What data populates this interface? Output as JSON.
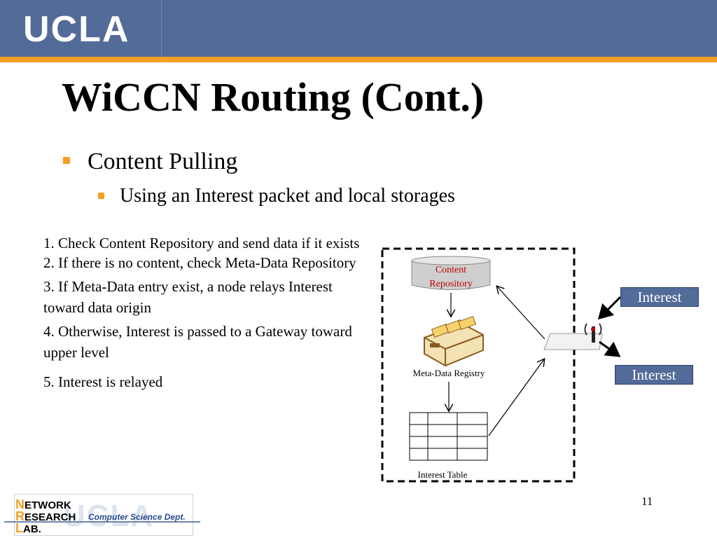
{
  "header": {
    "logo_text": "UCLA"
  },
  "slide": {
    "title": "WiCCN Routing (Cont.)",
    "bullet_level1": "Content Pulling",
    "bullet_level2": "Using an Interest packet and local storages",
    "steps": [
      "1. Check Content Repository and send data if it exists",
      "2. If there is no content, check Meta-Data Repository",
      "3. If Meta-Data entry exist, a node relays Interest toward data origin",
      "4. Otherwise, Interest is passed to a Gateway toward upper level",
      "5. Interest is relayed"
    ],
    "page_number": "11"
  },
  "diagram": {
    "content_repository_line1": "Content",
    "content_repository_line2": "Repository",
    "meta_data_registry": "Meta-Data Registry",
    "interest_table": "Interest Table",
    "interest_in": "Interest",
    "interest_out": "Interest"
  },
  "footer_logo": {
    "line1_cap": "N",
    "line1_rest": "ETWORK",
    "line2_cap": "R",
    "line2_rest": "ESEARCH",
    "line3_cap": "L",
    "line3_rest": "AB.",
    "dept": "Computer Science Dept.",
    "ghost": "UCLA"
  },
  "colors": {
    "header_blue": "#536b99",
    "accent_orange": "#f5a024",
    "repository_text_red": "#c00000"
  }
}
